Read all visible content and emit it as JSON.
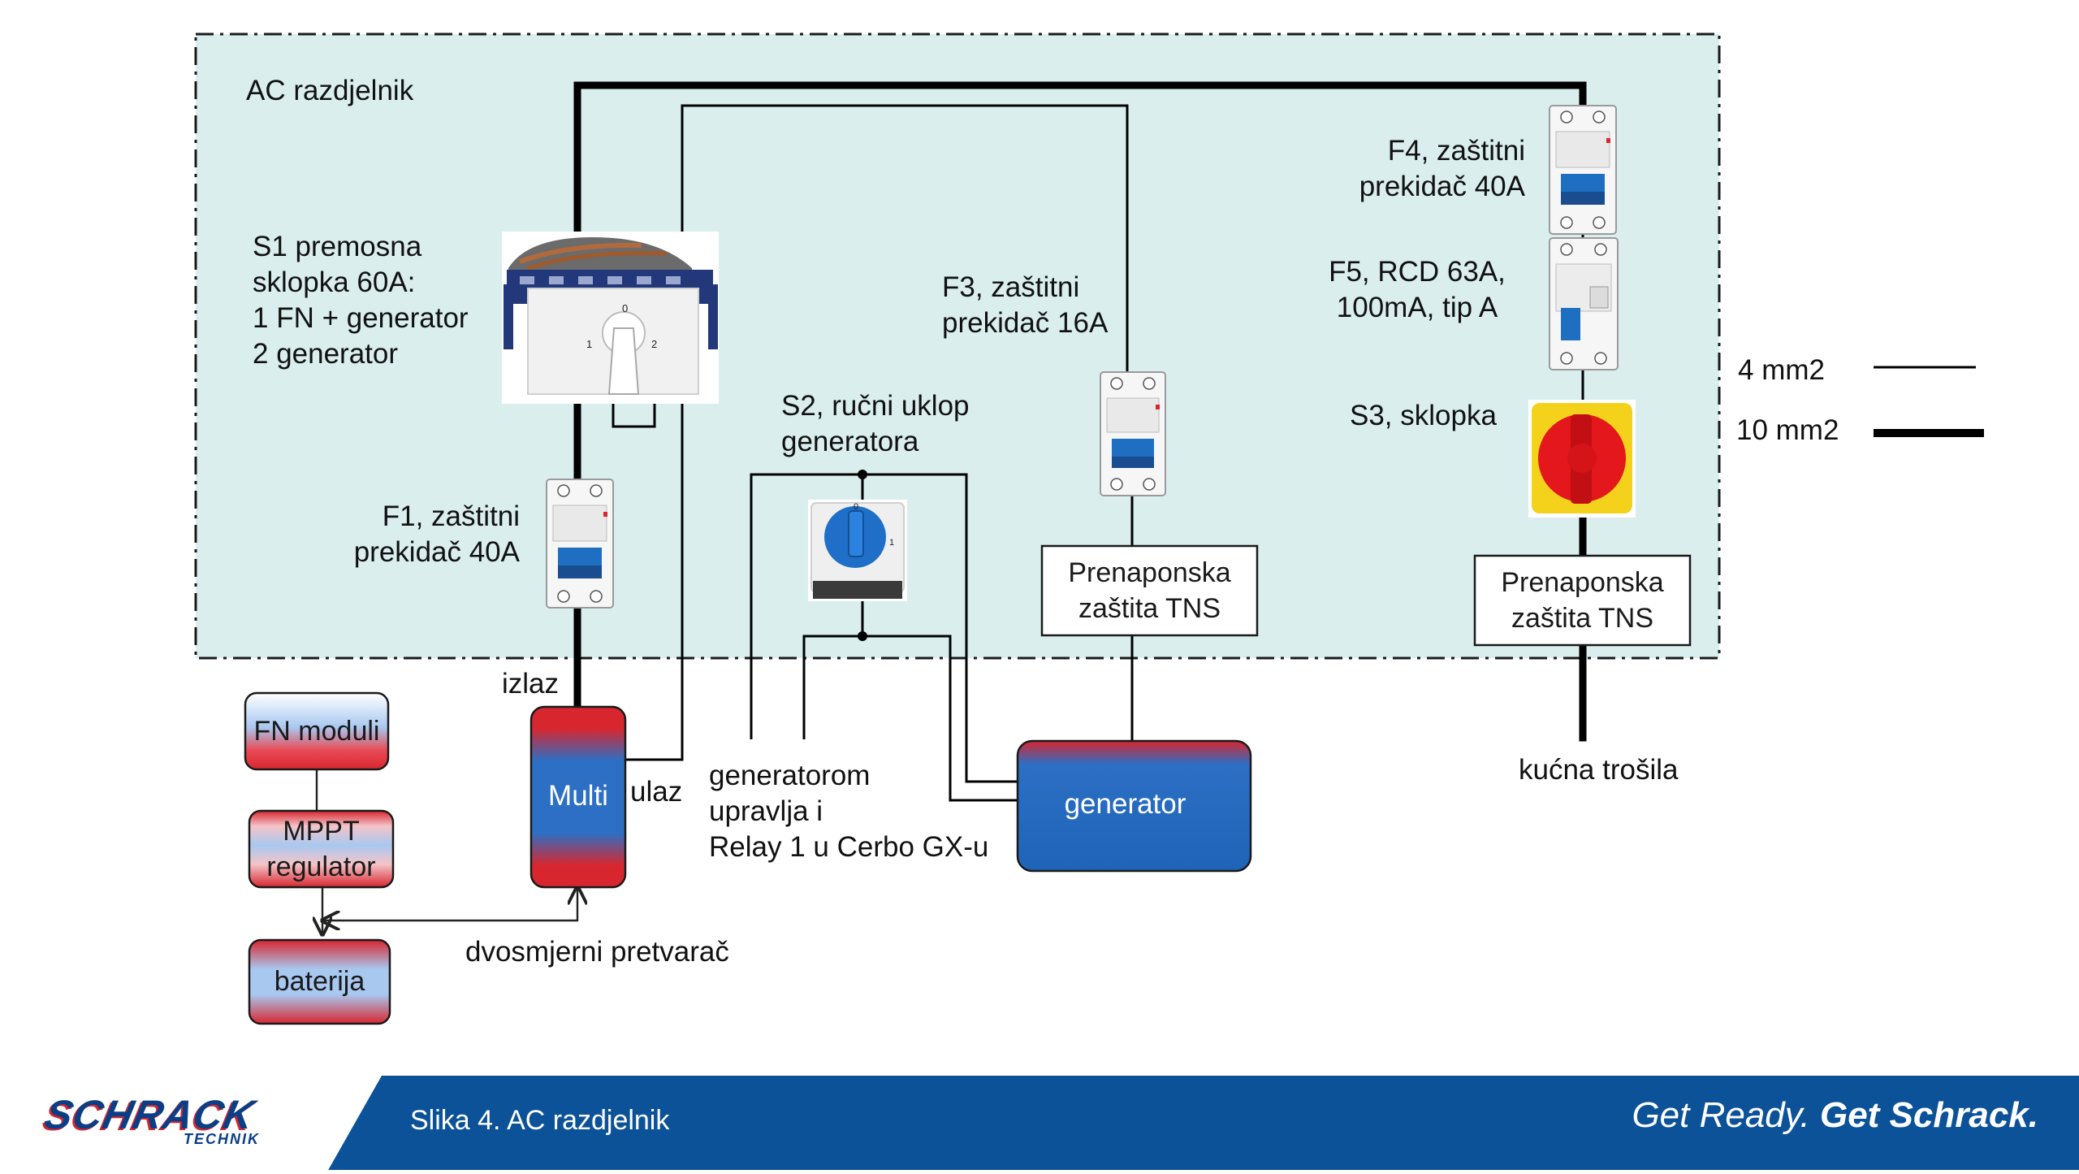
{
  "distribution_board": {
    "title": "AC razdjelnik"
  },
  "components": {
    "s1": {
      "lines": [
        "S1 premosna",
        "sklopka 60A:",
        "1 FN + generator",
        "2 generator"
      ]
    },
    "f1": {
      "lines": [
        "F1, zaštitni",
        "prekidač 40A"
      ]
    },
    "s2": {
      "lines": [
        "S2, ručni uklop",
        "generatora"
      ]
    },
    "f3": {
      "lines": [
        "F3, zaštitni",
        "prekidač 16A"
      ]
    },
    "f4": {
      "lines": [
        "F4, zaštitni",
        "prekidač 40A"
      ]
    },
    "f5": {
      "lines": [
        "F5, RCD 63A,",
        "100mA, tip A"
      ]
    },
    "s3": {
      "label": "S3, sklopka"
    },
    "surge_1": {
      "lines": [
        "Prenaponska",
        "zaštita TNS"
      ]
    },
    "surge_2": {
      "lines": [
        "Prenaponska",
        "zaštita TNS"
      ]
    }
  },
  "legend": [
    {
      "label": "4 mm2"
    },
    {
      "label": "10 mm2"
    }
  ],
  "blocks": {
    "fn_modules": "FN moduli",
    "mppt": [
      "MPPT",
      "regulator"
    ],
    "battery": "baterija",
    "multi": "Multi",
    "generator": "generator"
  },
  "labels": {
    "output": "izlaz",
    "input": "ulaz",
    "bidirectional_converter": "dvosmjerni pretvarač",
    "generator_control": [
      "generatorom",
      "upravlja i",
      "Relay 1 u Cerbo GX-u"
    ],
    "household_loads": "kućna trošila"
  },
  "footer": {
    "logo_main": "SCHRACK",
    "logo_sub": "TECHNIK",
    "caption": "Slika 4. AC razdjelnik",
    "slogan_part1": "Get Ready.",
    "slogan_part2": "Get Schrack."
  },
  "colors": {
    "board_fill": "#daeeee",
    "block_blue": "#1f6fc0",
    "block_red": "#d8262f",
    "footer_blue": "#0c5298",
    "switch_red": "#e3171c",
    "switch_yellow": "#f4d21c"
  }
}
